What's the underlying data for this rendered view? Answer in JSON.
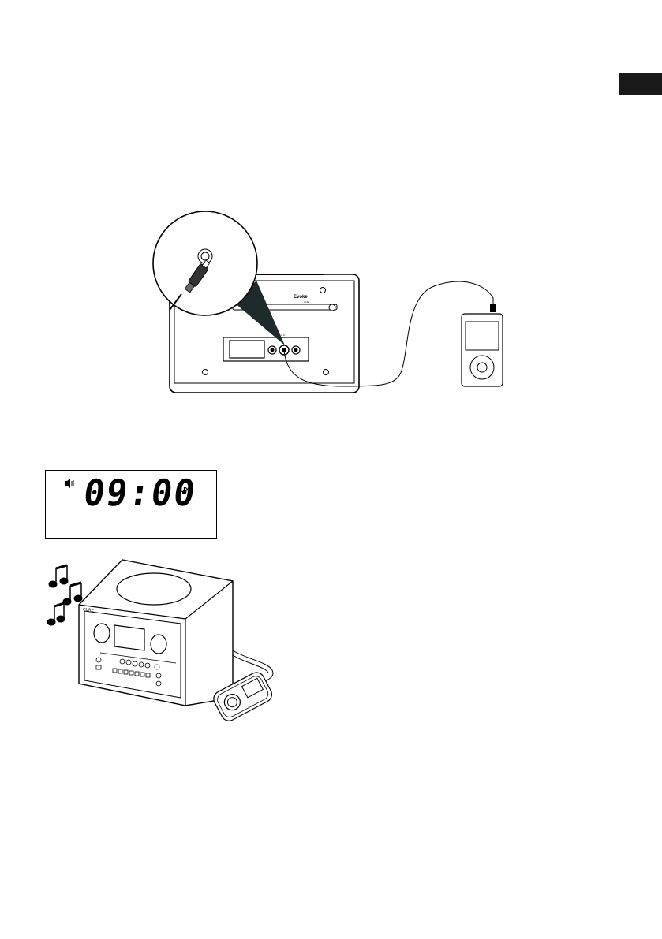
{
  "language_tab": {
    "color": "#1a1a1a"
  },
  "rear_panel": {
    "brand": "Evoke",
    "model": "Cube",
    "jack_label": "Aux in"
  },
  "lcd": {
    "time": "09:00",
    "mode": "AUX",
    "volume_icon": "speaker-icon"
  },
  "radio": {
    "brand": "PURE"
  },
  "music_notes_icon": "music-notes-icon"
}
